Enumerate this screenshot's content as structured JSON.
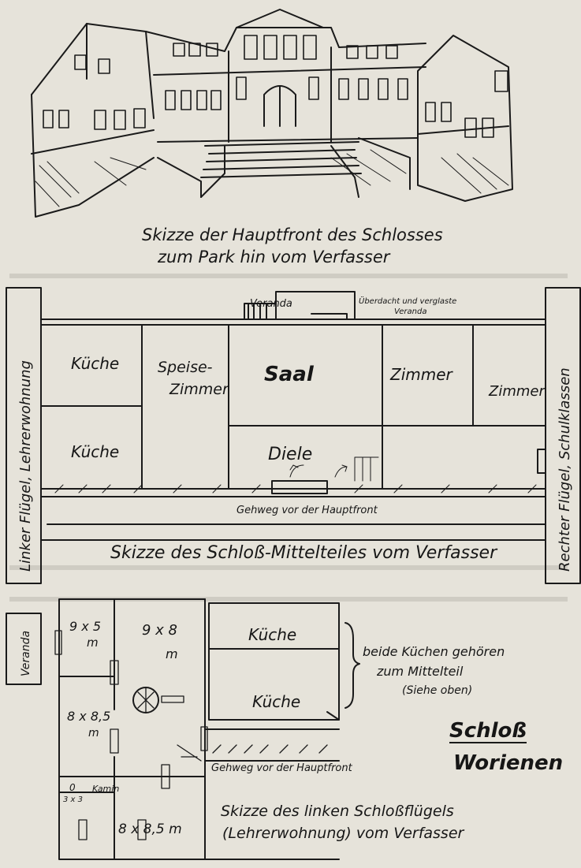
{
  "sketch_front": {
    "caption_line1": "Skizze der Hauptfront des Schlosses",
    "caption_line2": "zum Park hin vom Verfasser"
  },
  "sketch_middle": {
    "veranda": "Veranda",
    "veranda_note_line1": "Überdacht und verglaste",
    "veranda_note_line2": "Veranda",
    "kitchen_upper": "Küche",
    "kitchen_lower": "Küche",
    "dining_line1": "Speise-",
    "dining_line2": "Zimmer",
    "hall": "Saal",
    "room_1": "Zimmer",
    "room_2": "Zimmer",
    "diele": "Diele",
    "walkway": "Gehweg vor der Hauptfront",
    "caption": "Skizze des Schloß-Mittelteiles vom Verfasser",
    "left_wing": "Linker Flügel, Lehrerwohnung",
    "right_wing": "Rechter Flügel, Schulklassen"
  },
  "sketch_left_wing": {
    "veranda": "Veranda",
    "room_a_line1": "9 x 5",
    "room_a_line2": "m",
    "room_b_line1": "9 x 8",
    "room_b_line2": "m",
    "kitchen_upper": "Küche",
    "kitchen_lower": "Küche",
    "room_c_line1": "8 x 8,5",
    "room_c_line2": "m",
    "small_room_line1": "0",
    "small_room_line2": "3 x 3",
    "kamin": "Kamin",
    "room_d": "8 x 8,5 m",
    "walkway": "Gehweg vor der Hauptfront",
    "kitchens_note_line1": "beide Küchen gehören",
    "kitchens_note_line2": "zum Mittelteil",
    "kitchens_note_line3": "(Siehe oben)",
    "castle_title_line1": "Schloß",
    "castle_title_line2": "Worienen",
    "caption_line1": "Skizze des linken Schloßflügels",
    "caption_line2": "(Lehrerwohnung) vom Verfasser"
  }
}
